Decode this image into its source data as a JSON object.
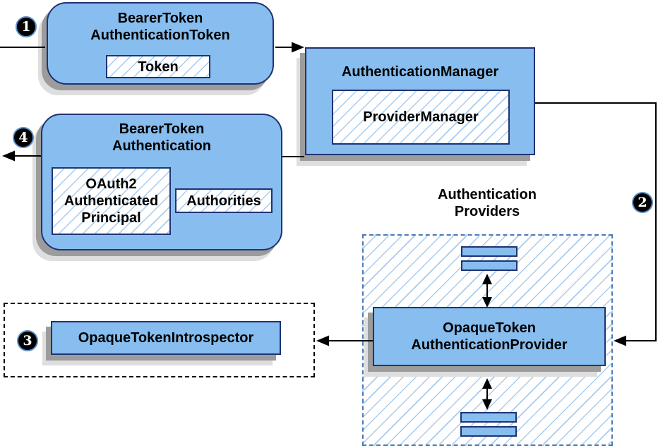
{
  "diagram": {
    "nodes": {
      "bearer_token_authentication_token": {
        "line1": "BearerToken",
        "line2": "AuthenticationToken",
        "token_label": "Token"
      },
      "authentication_manager": {
        "title": "AuthenticationManager",
        "provider_manager_label": "ProviderManager"
      },
      "bearer_token_authentication": {
        "line1": "BearerToken",
        "line2": "Authentication",
        "principal_line1": "OAuth2",
        "principal_line2": "Authenticated",
        "principal_line3": "Principal",
        "authorities_label": "Authorities"
      },
      "authentication_providers_label": {
        "line1": "Authentication",
        "line2": "Providers"
      },
      "opaque_token_authentication_provider": {
        "line1": "OpaqueToken",
        "line2": "AuthenticationProvider"
      },
      "opaque_token_introspector": {
        "label": "OpaqueTokenIntrospector"
      }
    },
    "badges": {
      "step1": "1",
      "step2": "2",
      "step3": "3",
      "step4": "4"
    },
    "colors": {
      "node_fill": "#87BEEF",
      "node_border": "#1F3373",
      "hatch_line": "#A9CBEE",
      "providers_dashed_border": "#4D7AB5",
      "container_dashed_border": "#000000",
      "arrow": "#000000",
      "badge_background": "#000000",
      "badge_text": "#FFFFFF",
      "shadow": "#9C9C9C"
    }
  }
}
